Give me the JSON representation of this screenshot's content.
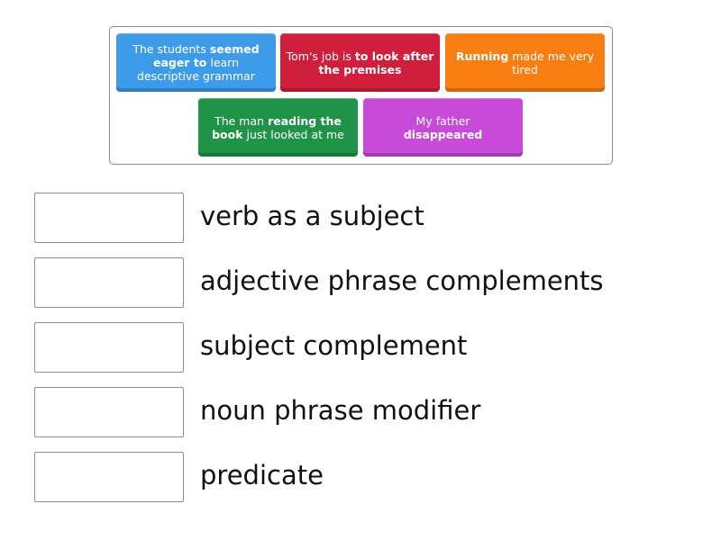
{
  "bank": {
    "tiles": [
      {
        "color": "#3d9be9",
        "html_parts": [
          {
            "t": "The students ",
            "b": false
          },
          {
            "t": "seemed eager to",
            "b": true
          },
          {
            "t": " learn descriptive grammar",
            "b": false
          }
        ]
      },
      {
        "color": "#d01f3c",
        "html_parts": [
          {
            "t": "Tom's job is ",
            "b": false
          },
          {
            "t": "to look after the premises",
            "b": true
          }
        ]
      },
      {
        "color": "#f97e12",
        "html_parts": [
          {
            "t": "Running",
            "b": true
          },
          {
            "t": " made me very tired",
            "b": false
          }
        ]
      },
      {
        "color": "#1f9448",
        "html_parts": [
          {
            "t": "The man ",
            "b": false
          },
          {
            "t": "reading the book",
            "b": true
          },
          {
            "t": " just looked at me",
            "b": false
          }
        ]
      },
      {
        "color": "#c84ad9",
        "html_parts": [
          {
            "t": "My father ",
            "b": false
          },
          {
            "t": "disappeared",
            "b": true
          }
        ]
      }
    ]
  },
  "targets": [
    {
      "label": "verb as a subject",
      "answer": ""
    },
    {
      "label": "adjective phrase complements",
      "answer": ""
    },
    {
      "label": "subject complement",
      "answer": ""
    },
    {
      "label": "noun phrase modifier",
      "answer": ""
    },
    {
      "label": "predicate",
      "answer": ""
    }
  ]
}
